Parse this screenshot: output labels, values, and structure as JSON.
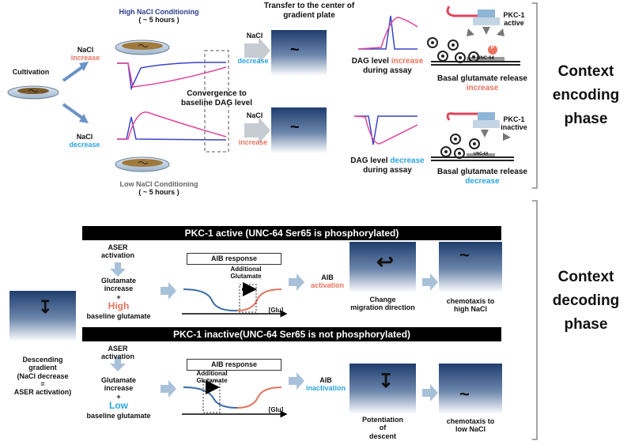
{
  "top": {
    "cultivation": "Cultivation",
    "nacl_increase_label": "NaCl",
    "nacl_increase_word": "increase",
    "nacl_decrease_label": "NaCl",
    "nacl_decrease_word": "decrease",
    "high_cond_title": "High NaCl Conditioning",
    "high_cond_time": "( ~ 5 hours )",
    "low_cond_title": "Low NaCl Conditioning",
    "low_cond_time": "( ~ 5 hours )",
    "convergence_line1": "Convergence to",
    "convergence_line2": "baseline DAG level",
    "transfer_line1": "Transfer to the center of",
    "transfer_line2": "gradient plate",
    "arrow_top_nacl": "NaCl",
    "arrow_top_word": "decrease",
    "arrow_bot_nacl": "NaCl",
    "arrow_bot_word": "increase",
    "dag_inc_1": "DAG level",
    "dag_inc_word": "increase",
    "dag_inc_2": "during assay",
    "dag_dec_1": "DAG level",
    "dag_dec_word": "decrease",
    "dag_dec_2": "during assay",
    "pkc_active_1": "PKC-1",
    "pkc_active_2": "active",
    "pkc_inactive_1": "PKC-1",
    "pkc_inactive_2": "inactive",
    "unc64": "UNC-64",
    "basal_inc_1": "Basal glutamate release",
    "basal_inc_word": "increase",
    "basal_dec_1": "Basal glutamate release",
    "basal_dec_word": "decrease",
    "p_label": "P",
    "encoding_1": "Context",
    "encoding_2": "encoding",
    "encoding_3": "phase"
  },
  "bottom": {
    "bar_active": "PKC-1 active (UNC-64 Ser65 is phosphorylated)",
    "bar_inactive": "PKC-1 inactive(UNC-64 Ser65 is not phosphorylated)",
    "descending_1": "Descending",
    "descending_2": "gradient",
    "descending_3": "(NaCl decrease",
    "descending_4": "=",
    "descending_5": "ASER activation)",
    "aser_1": "ASER",
    "aser_2": "activation",
    "glut_1": "Glutamate",
    "glut_2": "increase",
    "plus": "+",
    "high": "High",
    "low": "Low",
    "baseline": "baseline glutamate",
    "aib_response": "AIB response",
    "additional_1": "Additional",
    "additional_2": "Glutamate",
    "glu": "[Glu]",
    "aib": "AIB",
    "activation": "activation",
    "inactivation": "inactivation",
    "change_1": "Change",
    "change_2": "migration direction",
    "chemo_high_1": "chemotaxis to",
    "chemo_high_2": "high NaCl",
    "potentiation_1": "Potentiation",
    "potentiation_2": "of",
    "potentiation_3": "descent",
    "chemo_low_1": "chemotaxis to",
    "chemo_low_2": "low NaCl",
    "decoding_1": "Context",
    "decoding_2": "decoding",
    "decoding_3": "phase"
  },
  "colors": {
    "red": "#e9735f",
    "blue": "#2ba6e0",
    "navy": "#2c3e8a",
    "arrow": "#a8c1d9",
    "magenta": "#e0449a",
    "trace_blue": "#3b45c4"
  }
}
